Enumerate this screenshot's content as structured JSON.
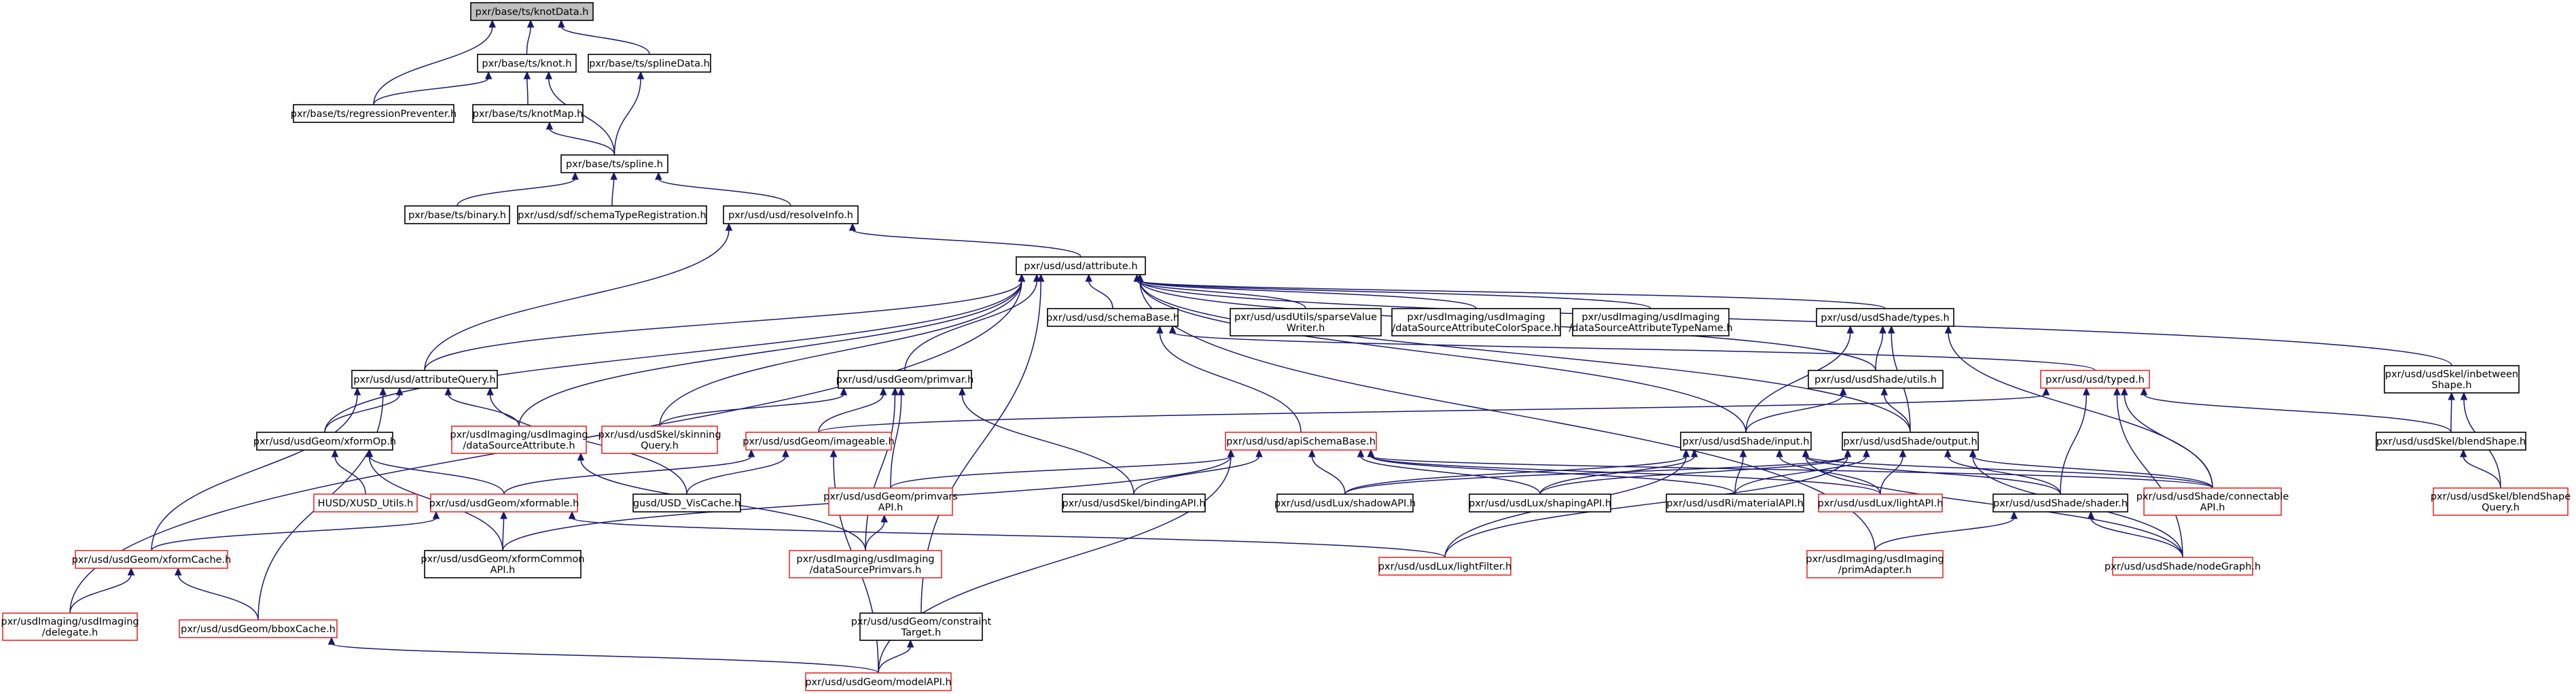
{
  "colors": {
    "normal_border": "#000000",
    "truncated_border": "#e22d2d",
    "root_fill": "#bfbfbf",
    "edge": "#191970",
    "background": "#ffffff"
  },
  "nodes": [
    {
      "id": "knotData",
      "lines": [
        "pxr/base/ts/knotData.h"
      ],
      "root": true
    },
    {
      "id": "knot",
      "lines": [
        "pxr/base/ts/knot.h"
      ]
    },
    {
      "id": "splineData",
      "lines": [
        "pxr/base/ts/splineData.h"
      ]
    },
    {
      "id": "regression",
      "lines": [
        "pxr/base/ts/regressionPreventer.h"
      ]
    },
    {
      "id": "knotMap",
      "lines": [
        "pxr/base/ts/knotMap.h"
      ]
    },
    {
      "id": "spline",
      "lines": [
        "pxr/base/ts/spline.h"
      ]
    },
    {
      "id": "binary",
      "lines": [
        "pxr/base/ts/binary.h"
      ]
    },
    {
      "id": "schemaTypeReg",
      "lines": [
        "pxr/usd/sdf/schemaTypeRegistration.h"
      ]
    },
    {
      "id": "resolveInfo",
      "lines": [
        "pxr/usd/usd/resolveInfo.h"
      ]
    },
    {
      "id": "attribute",
      "lines": [
        "pxr/usd/usd/attribute.h"
      ]
    },
    {
      "id": "schemaBase",
      "lines": [
        "pxr/usd/usd/schemaBase.h"
      ]
    },
    {
      "id": "sparseValueWriter",
      "lines": [
        "pxr/usd/usdUtils/sparseValue",
        "Writer.h"
      ]
    },
    {
      "id": "dsAttrColorSpace",
      "lines": [
        "pxr/usdImaging/usdImaging",
        "/dataSourceAttributeColorSpace.h"
      ]
    },
    {
      "id": "dsAttrTypeName",
      "lines": [
        "pxr/usdImaging/usdImaging",
        "/dataSourceAttributeTypeName.h"
      ]
    },
    {
      "id": "shadeTypes",
      "lines": [
        "pxr/usd/usdShade/types.h"
      ]
    },
    {
      "id": "inbetweenShape",
      "lines": [
        "pxr/usd/usdSkel/inbetween",
        "Shape.h"
      ]
    },
    {
      "id": "attributeQuery",
      "lines": [
        "pxr/usd/usd/attributeQuery.h"
      ]
    },
    {
      "id": "primvar",
      "lines": [
        "pxr/usd/usdGeom/primvar.h"
      ]
    },
    {
      "id": "shadeUtils",
      "lines": [
        "pxr/usd/usdShade/utils.h"
      ]
    },
    {
      "id": "typed",
      "lines": [
        "pxr/usd/usd/typed.h"
      ],
      "truncated": true
    },
    {
      "id": "xformOp",
      "lines": [
        "pxr/usd/usdGeom/xformOp.h"
      ]
    },
    {
      "id": "dsAttribute",
      "lines": [
        "pxr/usdImaging/usdImaging",
        "/dataSourceAttribute.h"
      ],
      "truncated": true
    },
    {
      "id": "skinningQuery",
      "lines": [
        "pxr/usd/usdSkel/skinning",
        "Query.h"
      ],
      "truncated": true
    },
    {
      "id": "imageable",
      "lines": [
        "pxr/usd/usdGeom/imageable.h"
      ],
      "truncated": true
    },
    {
      "id": "apiSchemaBase",
      "lines": [
        "pxr/usd/usd/apiSchemaBase.h"
      ],
      "truncated": true
    },
    {
      "id": "shadeInput",
      "lines": [
        "pxr/usd/usdShade/input.h"
      ]
    },
    {
      "id": "shadeOutput",
      "lines": [
        "pxr/usd/usdShade/output.h"
      ]
    },
    {
      "id": "blendShape",
      "lines": [
        "pxr/usd/usdSkel/blendShape.h"
      ]
    },
    {
      "id": "husdUtils",
      "lines": [
        "HUSD/XUSD_Utils.h"
      ],
      "truncated": true
    },
    {
      "id": "xformable",
      "lines": [
        "pxr/usd/usdGeom/xformable.h"
      ],
      "truncated": true
    },
    {
      "id": "usdVisCache",
      "lines": [
        "gusd/USD_VisCache.h"
      ]
    },
    {
      "id": "primvarsAPI",
      "lines": [
        "pxr/usd/usdGeom/primvars",
        "API.h"
      ],
      "truncated": true
    },
    {
      "id": "bindingAPI",
      "lines": [
        "pxr/usd/usdSkel/bindingAPI.h"
      ]
    },
    {
      "id": "shadowAPI",
      "lines": [
        "pxr/usd/usdLux/shadowAPI.h"
      ]
    },
    {
      "id": "shapingAPI",
      "lines": [
        "pxr/usd/usdLux/shapingAPI.h"
      ]
    },
    {
      "id": "materialAPI",
      "lines": [
        "pxr/usd/usdRi/materialAPI.h"
      ]
    },
    {
      "id": "lightAPI",
      "lines": [
        "pxr/usd/usdLux/lightAPI.h"
      ],
      "truncated": true
    },
    {
      "id": "shader",
      "lines": [
        "pxr/usd/usdShade/shader.h"
      ]
    },
    {
      "id": "connectableAPI",
      "lines": [
        "pxr/usd/usdShade/connectable",
        "API.h"
      ],
      "truncated": true
    },
    {
      "id": "blendShapeQuery",
      "lines": [
        "pxr/usd/usdSkel/blendShape",
        "Query.h"
      ],
      "truncated": true
    },
    {
      "id": "xformCache",
      "lines": [
        "pxr/usd/usdGeom/xformCache.h"
      ],
      "truncated": true
    },
    {
      "id": "xformCommonAPI",
      "lines": [
        "pxr/usd/usdGeom/xformCommon",
        "API.h"
      ]
    },
    {
      "id": "dsPrimvars",
      "lines": [
        "pxr/usdImaging/usdImaging",
        "/dataSourcePrimvars.h"
      ],
      "truncated": true
    },
    {
      "id": "lightFilter",
      "lines": [
        "pxr/usd/usdLux/lightFilter.h"
      ],
      "truncated": true
    },
    {
      "id": "primAdapter",
      "lines": [
        "pxr/usdImaging/usdImaging",
        "/primAdapter.h"
      ],
      "truncated": true
    },
    {
      "id": "nodeGraph",
      "lines": [
        "pxr/usd/usdShade/nodeGraph.h"
      ],
      "truncated": true
    },
    {
      "id": "delegate",
      "lines": [
        "pxr/usdImaging/usdImaging",
        "/delegate.h"
      ],
      "truncated": true
    },
    {
      "id": "bboxCache",
      "lines": [
        "pxr/usd/usdGeom/bboxCache.h"
      ],
      "truncated": true
    },
    {
      "id": "constraintTarget",
      "lines": [
        "pxr/usd/usdGeom/constraint",
        "Target.h"
      ]
    },
    {
      "id": "modelAPI",
      "lines": [
        "pxr/usd/usdGeom/modelAPI.h"
      ],
      "truncated": true
    }
  ],
  "edges": [
    [
      "knotData",
      "knot"
    ],
    [
      "knotData",
      "splineData"
    ],
    [
      "knotData",
      "regression"
    ],
    [
      "knot",
      "regression"
    ],
    [
      "knot",
      "knotMap"
    ],
    [
      "knot",
      "spline"
    ],
    [
      "splineData",
      "spline"
    ],
    [
      "knotMap",
      "spline"
    ],
    [
      "spline",
      "binary"
    ],
    [
      "spline",
      "schemaTypeReg"
    ],
    [
      "spline",
      "resolveInfo"
    ],
    [
      "resolveInfo",
      "attribute"
    ],
    [
      "resolveInfo",
      "attributeQuery"
    ],
    [
      "attribute",
      "schemaBase"
    ],
    [
      "attribute",
      "sparseValueWriter"
    ],
    [
      "attribute",
      "dsAttrColorSpace"
    ],
    [
      "attribute",
      "dsAttrTypeName"
    ],
    [
      "attribute",
      "shadeTypes"
    ],
    [
      "attribute",
      "inbetweenShape"
    ],
    [
      "attribute",
      "attributeQuery"
    ],
    [
      "attribute",
      "primvar"
    ],
    [
      "attribute",
      "shadeUtils"
    ],
    [
      "attribute",
      "xformOp"
    ],
    [
      "attribute",
      "dsAttribute"
    ],
    [
      "attribute",
      "skinningQuery"
    ],
    [
      "attribute",
      "shadeInput"
    ],
    [
      "attribute",
      "shadeOutput"
    ],
    [
      "attribute",
      "constraintTarget"
    ],
    [
      "attribute",
      "primAdapter"
    ],
    [
      "attribute",
      "delegate"
    ],
    [
      "schemaBase",
      "apiSchemaBase"
    ],
    [
      "schemaBase",
      "typed"
    ],
    [
      "shadeTypes",
      "shadeUtils"
    ],
    [
      "shadeTypes",
      "shadeInput"
    ],
    [
      "shadeTypes",
      "shadeOutput"
    ],
    [
      "shadeTypes",
      "connectableAPI"
    ],
    [
      "inbetweenShape",
      "blendShape"
    ],
    [
      "inbetweenShape",
      "blendShapeQuery"
    ],
    [
      "attributeQuery",
      "xformOp"
    ],
    [
      "attributeQuery",
      "dsAttribute"
    ],
    [
      "attributeQuery",
      "usdVisCache"
    ],
    [
      "attributeQuery",
      "xformCache"
    ],
    [
      "attributeQuery",
      "bboxCache"
    ],
    [
      "primvar",
      "skinningQuery"
    ],
    [
      "primvar",
      "imageable"
    ],
    [
      "primvar",
      "primvarsAPI"
    ],
    [
      "primvar",
      "bindingAPI"
    ],
    [
      "primvar",
      "dsPrimvars"
    ],
    [
      "shadeUtils",
      "shadeInput"
    ],
    [
      "shadeUtils",
      "shadeOutput"
    ],
    [
      "typed",
      "imageable"
    ],
    [
      "typed",
      "blendShape"
    ],
    [
      "typed",
      "shader"
    ],
    [
      "typed",
      "connectableAPI"
    ],
    [
      "typed",
      "nodeGraph"
    ],
    [
      "xformOp",
      "husdUtils"
    ],
    [
      "xformOp",
      "xformable"
    ],
    [
      "xformOp",
      "xformCommonAPI"
    ],
    [
      "dsAttribute",
      "dsPrimvars"
    ],
    [
      "imageable",
      "xformable"
    ],
    [
      "imageable",
      "usdVisCache"
    ],
    [
      "imageable",
      "modelAPI"
    ],
    [
      "apiSchemaBase",
      "primvarsAPI"
    ],
    [
      "apiSchemaBase",
      "bindingAPI"
    ],
    [
      "apiSchemaBase",
      "shadowAPI"
    ],
    [
      "apiSchemaBase",
      "shapingAPI"
    ],
    [
      "apiSchemaBase",
      "materialAPI"
    ],
    [
      "apiSchemaBase",
      "lightAPI"
    ],
    [
      "apiSchemaBase",
      "connectableAPI"
    ],
    [
      "apiSchemaBase",
      "xformCommonAPI"
    ],
    [
      "apiSchemaBase",
      "modelAPI"
    ],
    [
      "shadeInput",
      "shadowAPI"
    ],
    [
      "shadeInput",
      "shapingAPI"
    ],
    [
      "shadeInput",
      "materialAPI"
    ],
    [
      "shadeInput",
      "lightAPI"
    ],
    [
      "shadeInput",
      "shader"
    ],
    [
      "shadeInput",
      "connectableAPI"
    ],
    [
      "shadeInput",
      "lightFilter"
    ],
    [
      "shadeInput",
      "nodeGraph"
    ],
    [
      "shadeOutput",
      "shadowAPI"
    ],
    [
      "shadeOutput",
      "shapingAPI"
    ],
    [
      "shadeOutput",
      "materialAPI"
    ],
    [
      "shadeOutput",
      "lightAPI"
    ],
    [
      "shadeOutput",
      "shader"
    ],
    [
      "shadeOutput",
      "connectableAPI"
    ],
    [
      "shadeOutput",
      "lightFilter"
    ],
    [
      "shadeOutput",
      "nodeGraph"
    ],
    [
      "blendShape",
      "blendShapeQuery"
    ],
    [
      "xformable",
      "xformCache"
    ],
    [
      "xformable",
      "xformCommonAPI"
    ],
    [
      "xformable",
      "lightFilter"
    ],
    [
      "primvarsAPI",
      "dsPrimvars"
    ],
    [
      "shader",
      "primAdapter"
    ],
    [
      "shader",
      "nodeGraph"
    ],
    [
      "xformCache",
      "delegate"
    ],
    [
      "xformCache",
      "bboxCache"
    ],
    [
      "bboxCache",
      "modelAPI"
    ],
    [
      "constraintTarget",
      "modelAPI"
    ]
  ]
}
